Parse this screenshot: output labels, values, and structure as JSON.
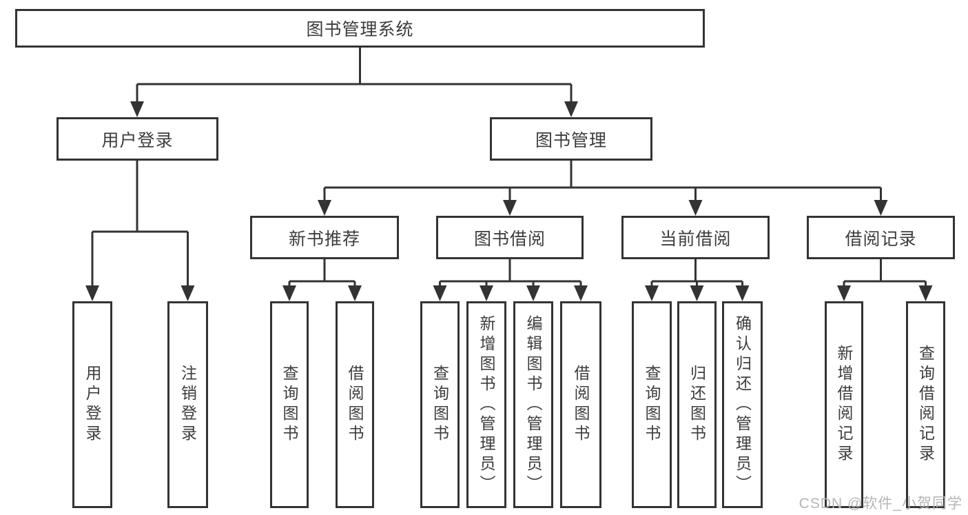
{
  "diagram_type": "hierarchy-tree",
  "colors": {
    "line": "#333333",
    "box_border": "#333333",
    "text": "#3c3c3c",
    "background": "#ffffff",
    "watermark": "#b5b5b5"
  },
  "tree": {
    "label": "图书管理系统",
    "children": [
      {
        "label": "用户登录",
        "children": [
          {
            "label": "用户登录"
          },
          {
            "label": "注销登录"
          }
        ]
      },
      {
        "label": "图书管理",
        "children": [
          {
            "label": "新书推荐",
            "children": [
              {
                "label": "查询图书"
              },
              {
                "label": "借阅图书"
              }
            ]
          },
          {
            "label": "图书借阅",
            "children": [
              {
                "label": "查询图书"
              },
              {
                "label": "新增图书（管理员）"
              },
              {
                "label": "编辑图书（管理员）"
              },
              {
                "label": "借阅图书"
              }
            ]
          },
          {
            "label": "当前借阅",
            "children": [
              {
                "label": "查询图书"
              },
              {
                "label": "归还图书"
              },
              {
                "label": "确认归还（管理员）"
              }
            ]
          },
          {
            "label": "借阅记录",
            "children": [
              {
                "label": "新增借阅记录"
              },
              {
                "label": "查询借阅记录"
              }
            ]
          }
        ]
      }
    ]
  },
  "watermark": {
    "text": "CSDN @软件_小贺同学"
  }
}
